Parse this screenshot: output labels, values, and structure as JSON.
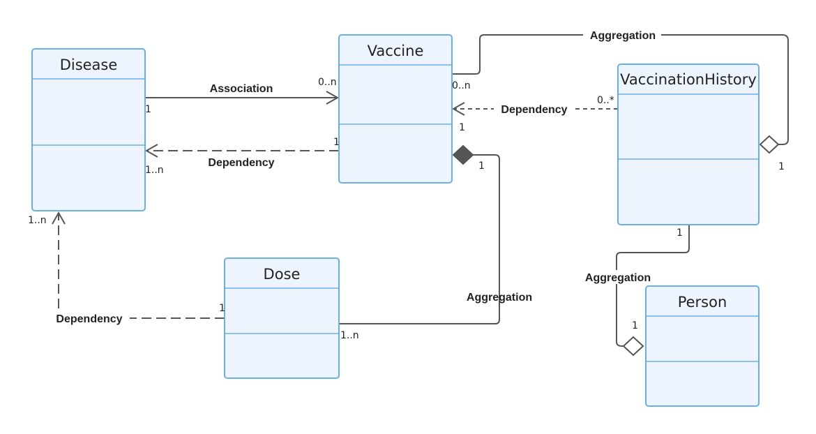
{
  "classes": {
    "disease": "Disease",
    "vaccine": "Vaccine",
    "history": "VaccinationHistory",
    "dose": "Dose",
    "person": "Person"
  },
  "relations": {
    "assoc_disease_vaccine": "Association",
    "dep_vaccine_disease": "Dependency",
    "agg_vaccine_history": "Aggregation",
    "dep_history_vaccine": "Dependency",
    "agg_vaccine_dose": "Aggregation",
    "dep_dose_disease": "Dependency",
    "agg_history_person": "Aggregation"
  },
  "multiplicities": {
    "assoc_disease": "1",
    "assoc_vaccine": "0..n",
    "dep_vd_vaccine": "1",
    "dep_vd_disease": "1..n",
    "agg_vh_vaccine": "0..n",
    "agg_vh_history": "1",
    "dep_hv_history": "0..*",
    "dep_hv_vaccine": "1",
    "agg_vdose_vaccine": "1",
    "agg_vdose_dose": "1..n",
    "dep_dd_dose": "1",
    "dep_dd_disease": "1..n",
    "agg_hp_history": "1",
    "agg_hp_person": "1"
  }
}
